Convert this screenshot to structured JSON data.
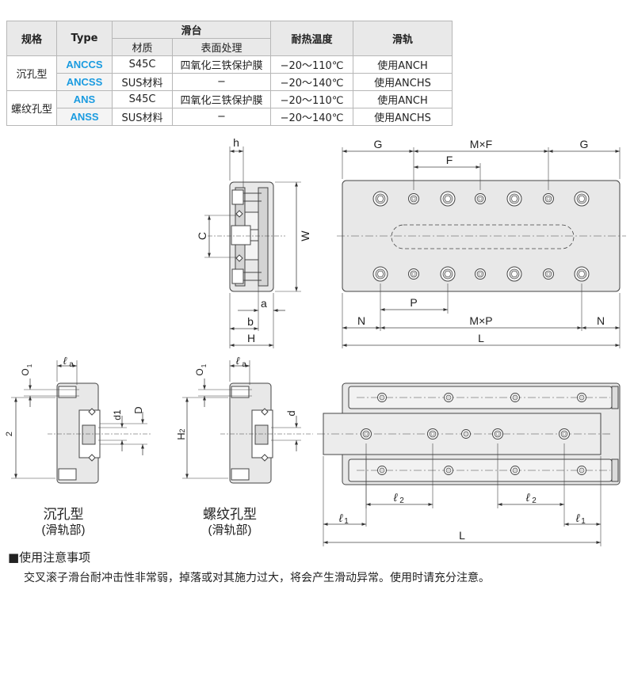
{
  "table": {
    "headers": {
      "spec": "规格",
      "type": "Type",
      "slide_table": "滑台",
      "material": "材质",
      "surface": "表面处理",
      "heat": "耐热温度",
      "rail": "滑轨"
    },
    "groups": [
      {
        "spec": "沉孔型",
        "rows": [
          {
            "type": "ANCCS",
            "material": "S45C",
            "surface": "四氧化三铁保护膜",
            "heat": "−20～110℃",
            "rail": "使用ANCH"
          },
          {
            "type": "ANCSS",
            "material": "SUS材料",
            "surface": "−",
            "heat": "−20～140℃",
            "rail": "使用ANCHS"
          }
        ]
      },
      {
        "spec": "螺纹孔型",
        "rows": [
          {
            "type": "ANS",
            "material": "S45C",
            "surface": "四氧化三铁保护膜",
            "heat": "−20～110℃",
            "rail": "使用ANCH"
          },
          {
            "type": "ANSS",
            "material": "SUS材料",
            "surface": "−",
            "heat": "−20～140℃",
            "rail": "使用ANCHS"
          }
        ]
      }
    ]
  },
  "drawing": {
    "labels": {
      "h": "h",
      "C": "C",
      "W": "W",
      "a": "a",
      "b": "b",
      "H": "H",
      "G": "G",
      "MxF": "M×F",
      "F": "F",
      "P": "P",
      "N": "N",
      "MxP": "M×P",
      "L": "L",
      "la": "a",
      "O1": "O",
      "O1_sub": "1",
      "two": "2",
      "d1": "d1",
      "D": "D",
      "H2": "H",
      "H2_sub": "2",
      "d": "d",
      "l2": "2",
      "l1": "1",
      "ell": "ℓ"
    },
    "captions": {
      "counterbore": "沉孔型",
      "counterbore_sub": "(滑轨部)",
      "tapped": "螺纹孔型",
      "tapped_sub": "(滑轨部)"
    }
  },
  "caution": {
    "title": "■使用注意事项",
    "text": "交叉滚子滑台耐冲击性非常弱，掉落或对其施力过大，将会产生滑动异常。使用时请充分注意。"
  }
}
